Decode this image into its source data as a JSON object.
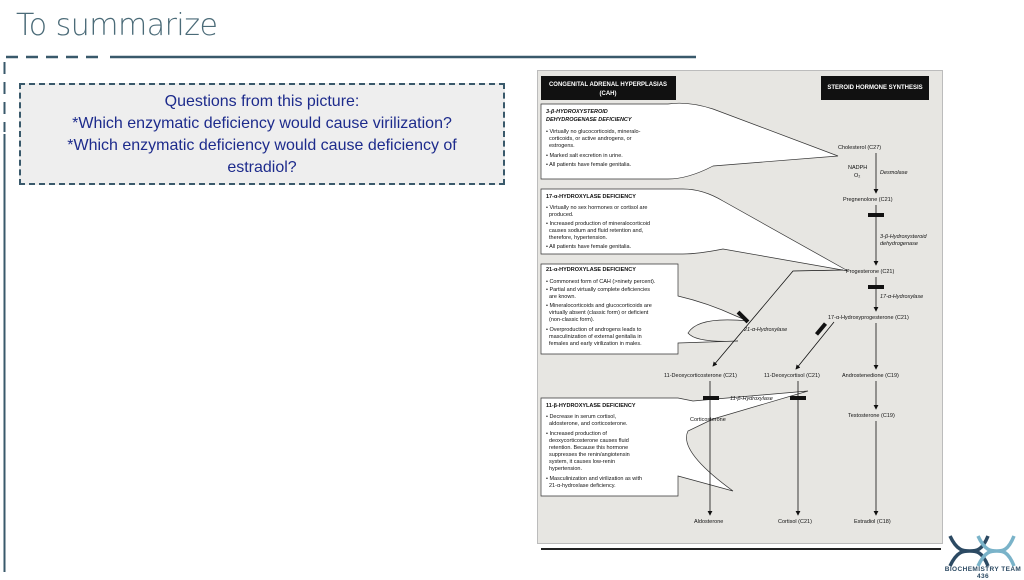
{
  "slide": {
    "title": "To summarize",
    "accent_color": "#4b6b78",
    "rule_color": "#39596b"
  },
  "questions": {
    "heading": "Questions from this picture:",
    "q1": "*Which enzymatic deficiency would cause virilization?",
    "q2_line1": "*Which enzymatic deficiency would cause deficiency of",
    "q2_line2": "estradiol?"
  },
  "figure": {
    "header_left": "CONGENITAL ADRENAL HYPERPLASIAS",
    "header_left_sub": "(CAH)",
    "header_right": "STEROID HORMONE SYNTHESIS",
    "box1": {
      "title1": "3-β-HYDROXYSTEROID",
      "title2": "DEHYDROGENASE DEFICIENCY",
      "l1": "• Virtually no glucocorticoids, mineralo-",
      "l2": "corticoids, or active androgens, or",
      "l3": "estrogens.",
      "l4": "• Marked salt excretion in urine.",
      "l5": "• All patients have female genitalia."
    },
    "box2": {
      "title": "17-α-HYDROXYLASE DEFICIENCY",
      "l1": "• Virtually no sex hormones or cortisol are",
      "l2": "produced.",
      "l3": "• Increased production of mineralocorticoid",
      "l4": "causes sodium and fluid retention and,",
      "l5": "therefore, hypertension.",
      "l6": "• All patients have female genitalia."
    },
    "box3": {
      "title": "21-α-HYDROXYLASE DEFICIENCY",
      "l1": "• Commonest form of CAH (>ninety percent).",
      "l2": "• Partial and virtually complete deficiencies",
      "l3": "are known.",
      "l4": "• Mineralocorticoids and glucocorticoids are",
      "l5": "virtually absent (classic form) or deficient",
      "l6": "(non-classic form).",
      "l7": "• Overproduction of androgens leads to",
      "l8": "masculinization of external genitalia in",
      "l9": "females and early virilization in males."
    },
    "box4": {
      "title": "11-β-HYDROXYLASE DEFICIENCY",
      "l1": "• Decrease in serum cortisol,",
      "l2": "aldosterone, and corticosterone.",
      "l3": "• Increased production of",
      "l4": "deoxycorticosterone causes fluid",
      "l5": "retention. Because this hormone",
      "l6": "suppresses the renin/angiotensin",
      "l7": "system, it causes low-renin",
      "l8": "hypertension.",
      "l9": "• Masculinization and virilization as with",
      "l10": "21-α-hydroxlase deficiency."
    },
    "pathway": {
      "cholesterol": "Cholesterol (C27)",
      "nadph": "NADPH",
      "o2": "O₂",
      "desmolase": "Desmolase",
      "pregnenolone": "Pregnenolone (C21)",
      "hsd1": "3-β-Hydroxysteroid",
      "hsd2": "dehydrogenase",
      "progesterone": "Progesterone (C21)",
      "hyd17": "17-α-Hydroxylase",
      "ohp": "17-α-Hydroxyprogesterone (C21)",
      "hyd21": "21-α-Hydroxylase",
      "doc": "11-Deoxycorticosterone (C21)",
      "deoxycortisol": "11-Deoxycortisol (C21)",
      "androstenedione": "Androstenedione (C19)",
      "hyd11": "11-β-Hydroxylase",
      "corticosterone": "Corticosterone",
      "testosterone": "Testosterone (C19)",
      "aldosterone": "Aldosterone",
      "cortisol": "Cortisol (C21)",
      "estradiol": "Estradiol (C18)"
    }
  },
  "logo": {
    "text": "BIOCHEMISTRY TEAM 436",
    "color_dark": "#2c4a63",
    "color_light": "#7ab3c9"
  }
}
